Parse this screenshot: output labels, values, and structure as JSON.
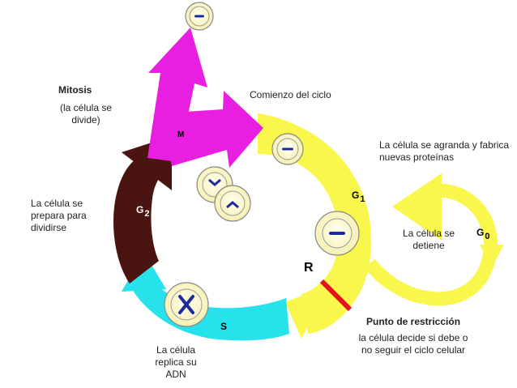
{
  "phases": {
    "m": "M",
    "g1": "G",
    "g1_sub": "1",
    "g2": "G",
    "g2_sub": "2",
    "s": "S",
    "g0": "G",
    "g0_sub": "0",
    "r": "R"
  },
  "labels": {
    "mitosis_title": "Mitosis",
    "mitosis_desc": "(la célula se divide)",
    "start": "Comienzo del ciclo",
    "grows": "La célula se agranda y fabrica nuevas proteínas",
    "stops": "La célula se detiene",
    "prepares": "La célula se prepara para dividirse",
    "replicates": "La célula replica su ADN",
    "restriction_title": "Punto de restricción",
    "restriction_desc": "la célula decide si debe o no seguir el ciclo celular"
  },
  "colors": {
    "m_phase": "#e81ee0",
    "g1_phase": "#f9f64c",
    "s_phase": "#27e2ea",
    "g2_phase": "#4a1410",
    "restriction": "#e4141a",
    "cell_fill": "#fffccc",
    "chromosome": "#1d2a9a"
  }
}
